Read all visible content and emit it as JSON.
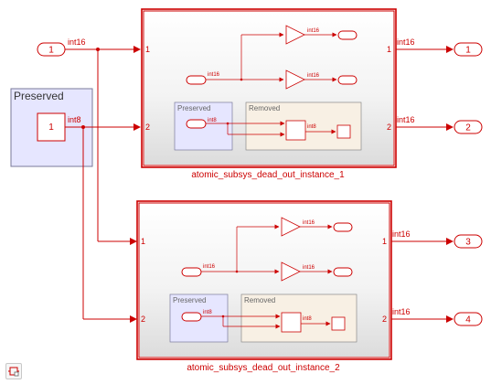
{
  "colors": {
    "signal": "#cc0000",
    "preserved_fill": "#e6e6ff",
    "removed_fill": "#f8f0e4"
  },
  "inports": [
    {
      "label": "1"
    }
  ],
  "outports": [
    {
      "label": "1"
    },
    {
      "label": "2"
    },
    {
      "label": "3"
    },
    {
      "label": "4"
    }
  ],
  "preserved_area": {
    "title": "Preserved",
    "inport_label": "1"
  },
  "subsystems": [
    {
      "name": "atomic_subsys_dead_out_instance_1",
      "in_ports": [
        "1",
        "2"
      ],
      "out_ports": [
        "1",
        "2"
      ],
      "inner": {
        "preserved_label": "Preserved",
        "removed_label": "Removed"
      }
    },
    {
      "name": "atomic_subsys_dead_out_instance_2",
      "in_ports": [
        "1",
        "2"
      ],
      "out_ports": [
        "1",
        "2"
      ],
      "inner": {
        "preserved_label": "Preserved",
        "removed_label": "Removed"
      }
    }
  ],
  "signals": {
    "inport_type": "int16",
    "preserved_type": "int8",
    "out1_type": "int16",
    "out2_type": "int16",
    "out3_type": "int16",
    "out4_type": "int16",
    "inner_int16": "int16",
    "inner_int8": "int8"
  },
  "icons": [
    "inport-oval-icon",
    "outport-oval-icon",
    "gain-triangle-icon",
    "sum-block-icon",
    "status-bar-icon"
  ]
}
